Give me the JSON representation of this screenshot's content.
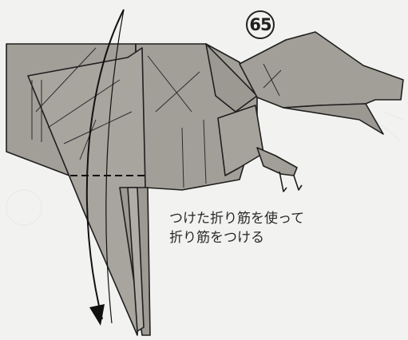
{
  "step": {
    "number": "65"
  },
  "instructions": {
    "line1": "つけた折り筋を使って",
    "line2": "折り筋をつける"
  },
  "colors": {
    "paper": "#a19e98",
    "paper_dark": "#8f8c86",
    "outline": "#1f1f1f",
    "background": "#f2f2f0"
  },
  "icons": {
    "fold_arrow": "curved-fold-arrow-icon"
  }
}
